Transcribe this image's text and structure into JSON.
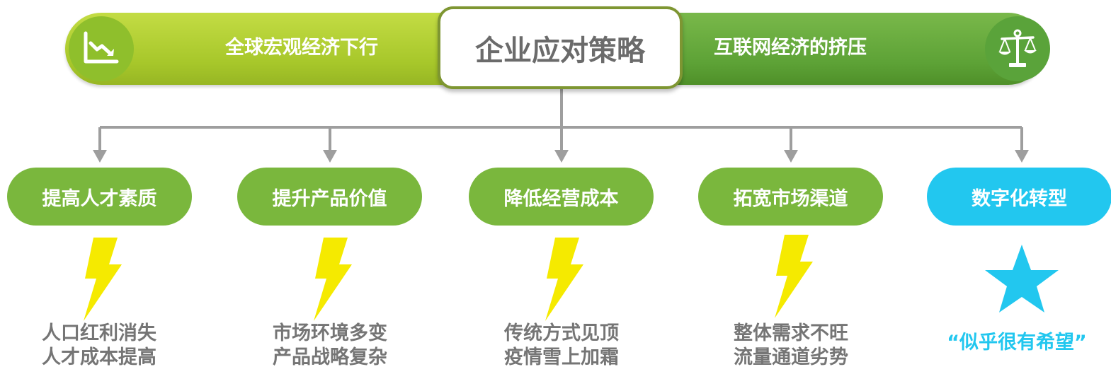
{
  "header": {
    "center_title": "企业应对策略",
    "left_label": "全球宏观经济下行",
    "right_label": "互联网经济的挤压",
    "left_icon": "declining-chart-icon",
    "right_icon": "balance-scale-icon"
  },
  "colors": {
    "light_green": "#a7c72a",
    "dark_green": "#5da236",
    "pill_green": "#7ab73d",
    "cyan": "#22c7ef",
    "lightning": "#f5ea00",
    "connector": "#9e9e9e",
    "text_gray": "#757575"
  },
  "strategies": [
    {
      "label": "提高人才素质",
      "problems": [
        "人口红利消失",
        "人才成本提高"
      ],
      "marker": "lightning-icon"
    },
    {
      "label": "提升产品价值",
      "problems": [
        "市场环境多变",
        "产品战略复杂"
      ],
      "marker": "lightning-icon"
    },
    {
      "label": "降低经营成本",
      "problems": [
        "传统方式见顶",
        "疫情雪上加霜"
      ],
      "marker": "lightning-icon"
    },
    {
      "label": "拓宽市场渠道",
      "problems": [
        "整体需求不旺",
        "流量通道劣势"
      ],
      "marker": "lightning-icon"
    },
    {
      "label": "数字化转型",
      "quote": "“似乎很有希望”",
      "marker": "star-icon"
    }
  ]
}
